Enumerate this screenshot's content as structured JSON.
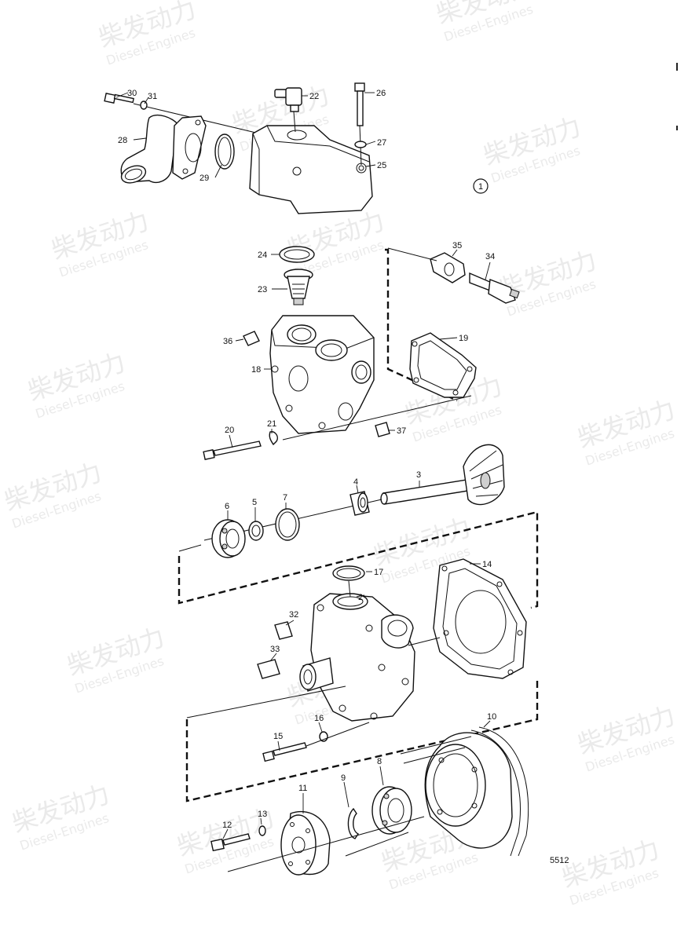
{
  "watermark": {
    "brand": "柴发动力",
    "subtitle": "Diesel-Engines"
  },
  "figure": {
    "group_label": "1",
    "figure_number": "5512"
  },
  "parts": [
    {
      "id": "p30",
      "label": "30"
    },
    {
      "id": "p31",
      "label": "31"
    },
    {
      "id": "p22",
      "label": "22"
    },
    {
      "id": "p26",
      "label": "26"
    },
    {
      "id": "p28",
      "label": "28"
    },
    {
      "id": "p27",
      "label": "27"
    },
    {
      "id": "p25",
      "label": "25"
    },
    {
      "id": "p29",
      "label": "29"
    },
    {
      "id": "p24",
      "label": "24"
    },
    {
      "id": "p35",
      "label": "35"
    },
    {
      "id": "p34",
      "label": "34"
    },
    {
      "id": "p23",
      "label": "23"
    },
    {
      "id": "p36",
      "label": "36"
    },
    {
      "id": "p19",
      "label": "19"
    },
    {
      "id": "p18",
      "label": "18"
    },
    {
      "id": "p21",
      "label": "21"
    },
    {
      "id": "p20",
      "label": "20"
    },
    {
      "id": "p37",
      "label": "37"
    },
    {
      "id": "p3",
      "label": "3"
    },
    {
      "id": "p4",
      "label": "4"
    },
    {
      "id": "p6",
      "label": "6"
    },
    {
      "id": "p5",
      "label": "5"
    },
    {
      "id": "p7",
      "label": "7"
    },
    {
      "id": "p14",
      "label": "14"
    },
    {
      "id": "p17",
      "label": "17"
    },
    {
      "id": "p2",
      "label": "2"
    },
    {
      "id": "p32",
      "label": "32"
    },
    {
      "id": "p33",
      "label": "33"
    },
    {
      "id": "p16",
      "label": "16"
    },
    {
      "id": "p15",
      "label": "15"
    },
    {
      "id": "p10",
      "label": "10"
    },
    {
      "id": "p8",
      "label": "8"
    },
    {
      "id": "p9",
      "label": "9"
    },
    {
      "id": "p11",
      "label": "11"
    },
    {
      "id": "p13",
      "label": "13"
    },
    {
      "id": "p12",
      "label": "12"
    }
  ]
}
